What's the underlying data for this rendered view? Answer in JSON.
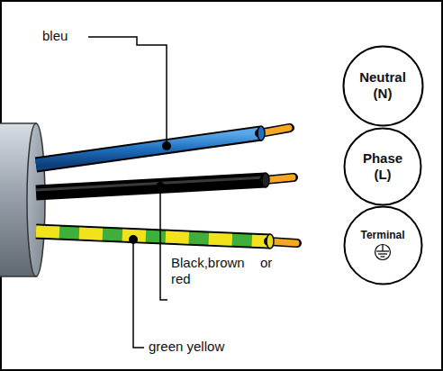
{
  "diagram": {
    "nodes": [
      {
        "text": [
          "Neutral (N)"
        ]
      },
      {
        "text": [
          "Phase (L)"
        ]
      },
      {
        "text": [
          "Terminal"
        ]
      }
    ],
    "labels": [
      "bleu",
      "Black,brown red",
      "or",
      "green yellow"
    ]
  }
}
